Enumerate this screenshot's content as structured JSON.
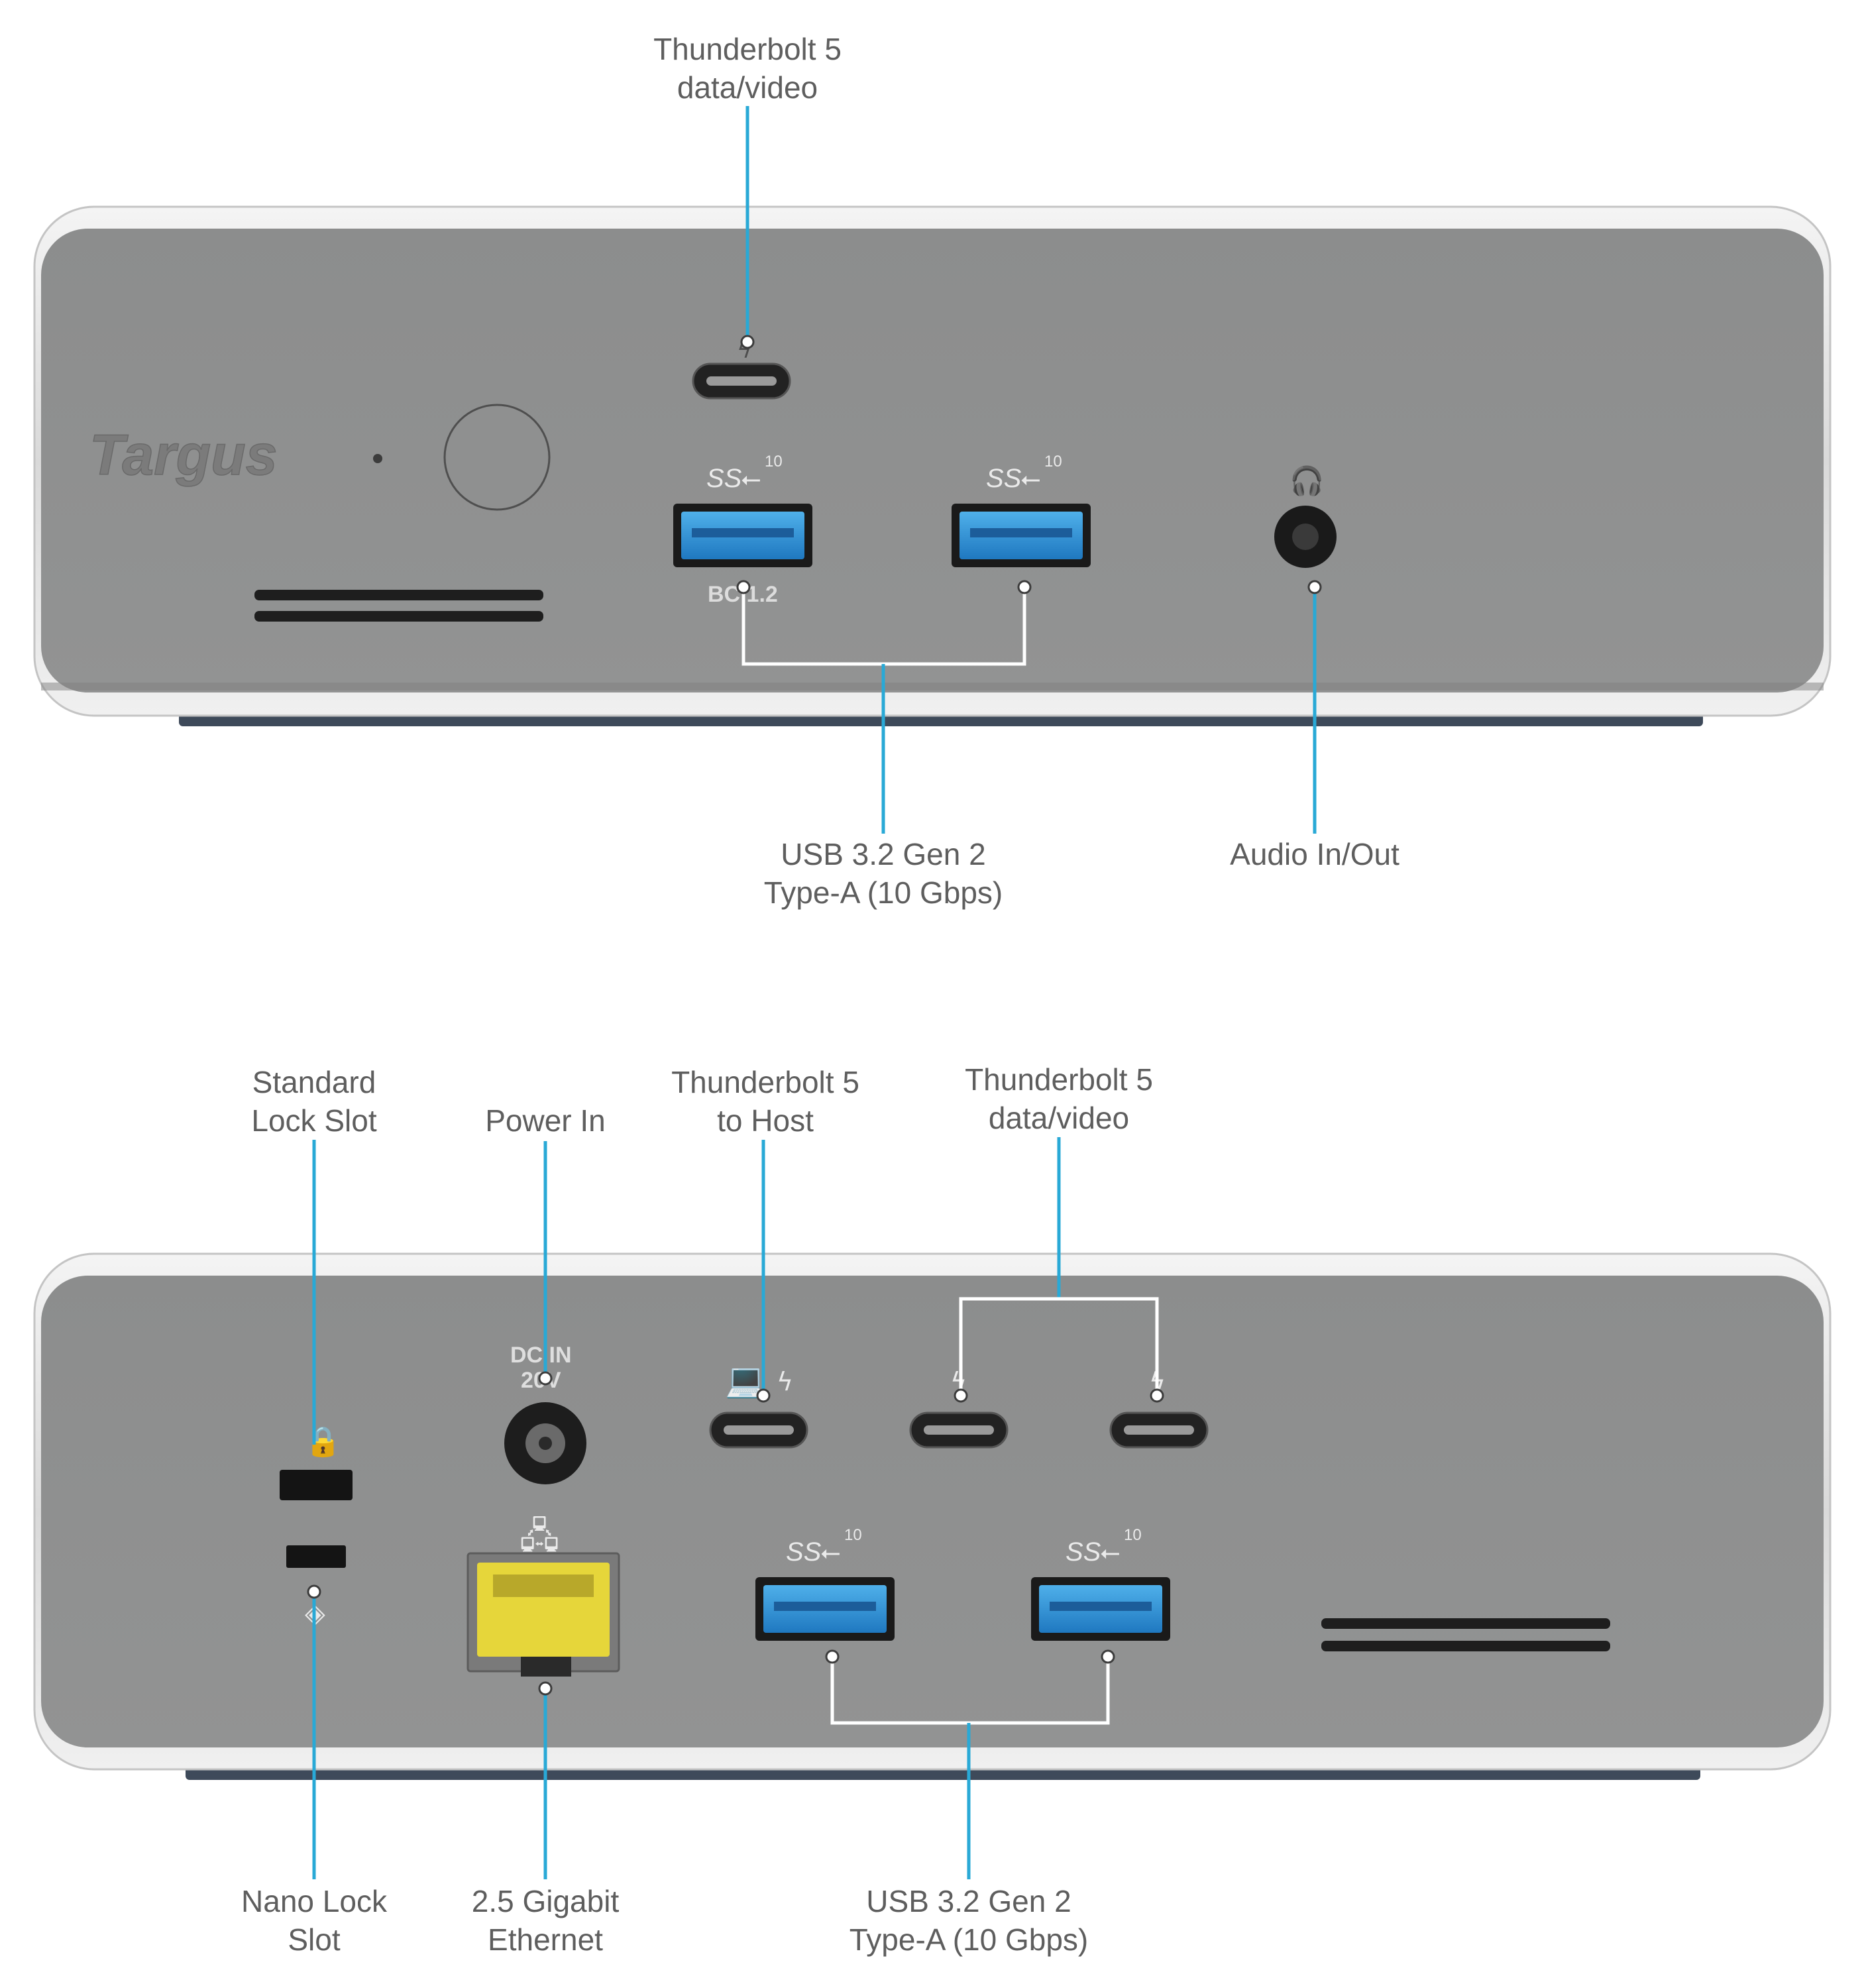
{
  "colors": {
    "panel": "#8f9090",
    "rim": "#e6e6e6",
    "leader": "#29a9d6",
    "label": "#5e5e5e",
    "usb_blue": "#2f8fd0",
    "ethernet_yellow": "#e9d93a"
  },
  "front": {
    "brand": "Targus",
    "top_label": [
      "Thunderbolt 5",
      "data/video"
    ],
    "usb_marking": "10",
    "usb_logo": "SS",
    "bc_marking": "BC 1.2",
    "usb_label": [
      "USB 3.2 Gen 2",
      "Type-A (10 Gbps)"
    ],
    "audio_label": "Audio In/Out"
  },
  "rear": {
    "lock_label": [
      "Standard",
      "Lock Slot"
    ],
    "power_label": "Power In",
    "dc_marking": [
      "DC IN",
      "20V"
    ],
    "host_label": [
      "Thunderbolt 5",
      "to Host"
    ],
    "tb_label": [
      "Thunderbolt 5",
      "data/video"
    ],
    "usb_marking": "10",
    "usb_logo": "SS",
    "nano_label": [
      "Nano Lock",
      "Slot"
    ],
    "ethernet_label": [
      "2.5 Gigabit",
      "Ethernet"
    ],
    "usb_label": [
      "USB 3.2 Gen 2",
      "Type-A (10 Gbps)"
    ]
  }
}
